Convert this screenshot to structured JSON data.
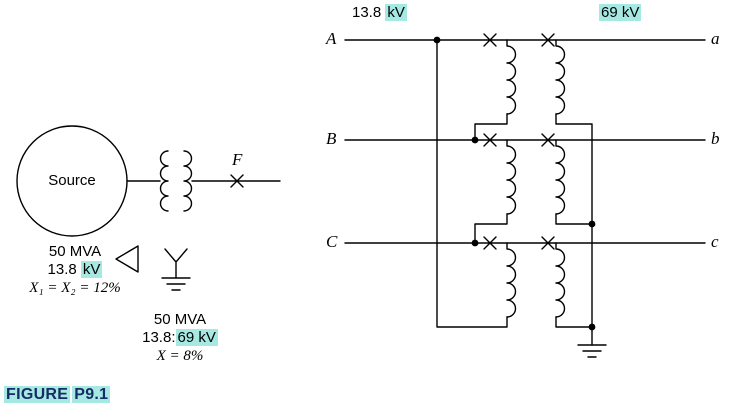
{
  "colors": {
    "highlight": "#a6e9e3",
    "line": "#000000",
    "figure_label": "#172c66"
  },
  "figure_caption": {
    "word": "FIGURE",
    "number": "P9.1"
  },
  "left_circuit": {
    "source": "Source",
    "fault": "F",
    "source_ratings": {
      "mva": "50 MVA",
      "kv_value": "13.8 ",
      "kv_unit": "kV",
      "impedance": "X₁ = X₂ = 12%"
    },
    "transformer_ratings": {
      "mva": "50 MVA",
      "ratio_prefix": "13.8:",
      "ratio_kv": "69 kV",
      "impedance": "X = 8%"
    }
  },
  "winding_diagram": {
    "primary_kv_value": "13.8 ",
    "primary_kv_unit": "kV",
    "secondary_kv": "69 kV",
    "phases": [
      {
        "primary": "A",
        "secondary": "a"
      },
      {
        "primary": "B",
        "secondary": "b"
      },
      {
        "primary": "C",
        "secondary": "c"
      }
    ]
  }
}
